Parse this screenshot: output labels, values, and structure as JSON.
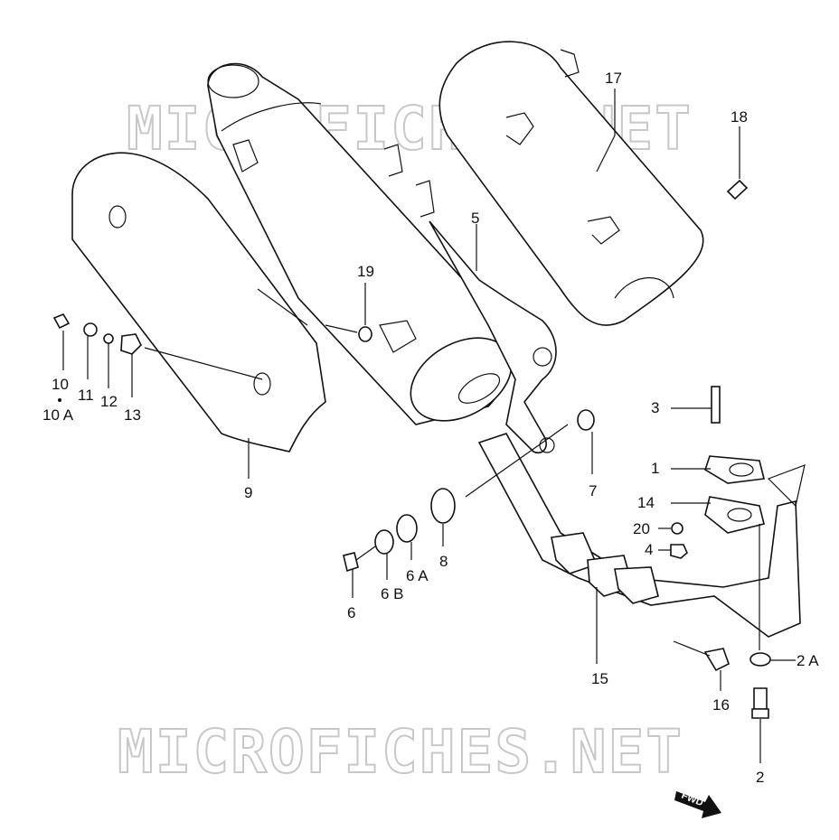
{
  "watermark": "MICROFICHES.NET",
  "callouts": {
    "c1": "1",
    "c2": "2",
    "c2a": "2 A",
    "c3": "3",
    "c4": "4",
    "c5": "5",
    "c6": "6",
    "c6a": "6 A",
    "c6b": "6 B",
    "c7": "7",
    "c8": "8",
    "c9": "9",
    "c10": "10",
    "c10a": "10 A",
    "c11": "11",
    "c12": "12",
    "c13": "13",
    "c14": "14",
    "c15": "15",
    "c16": "16",
    "c17": "17",
    "c18": "18",
    "c19": "19",
    "c20": "20"
  },
  "direction_badge": "FWD"
}
